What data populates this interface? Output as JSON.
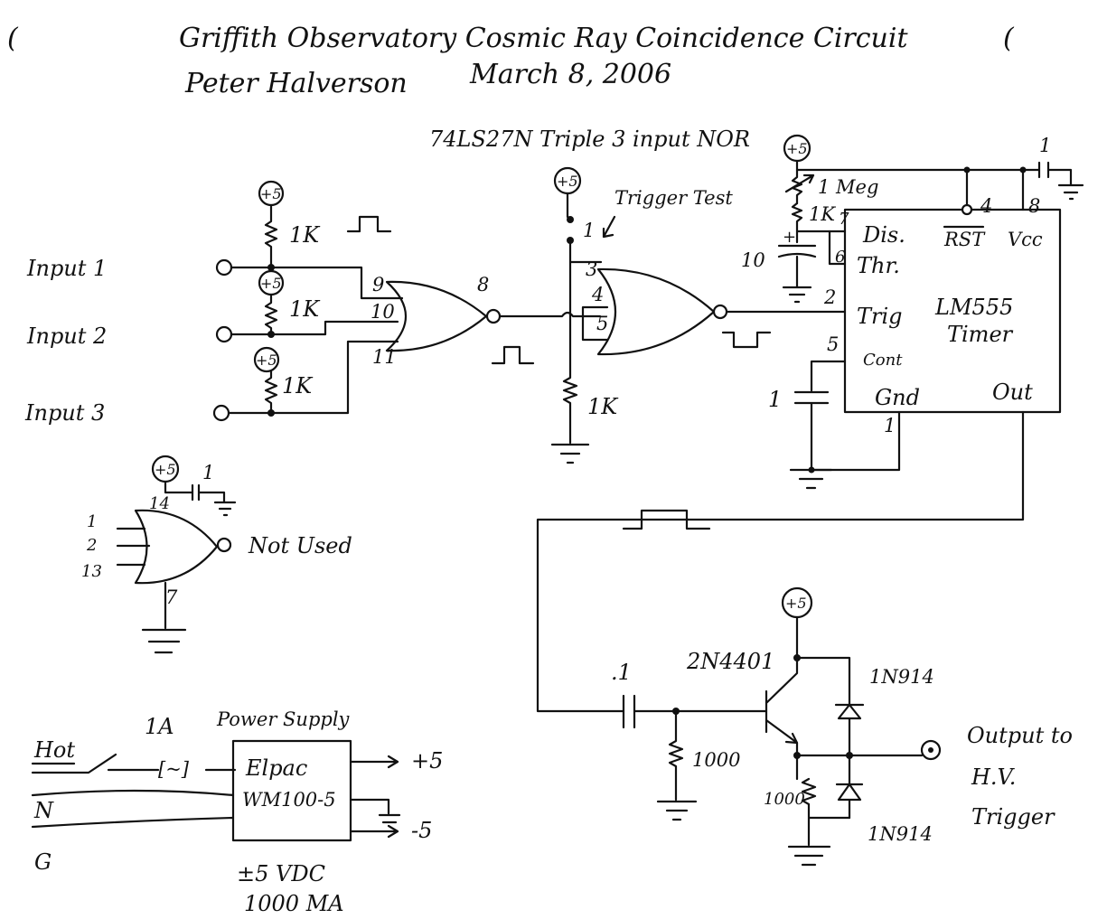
{
  "header": {
    "title": "Griffith Observatory Cosmic Ray Coincidence Circuit",
    "author": "Peter Halverson",
    "date": "March 8, 2006",
    "paren_left": "(",
    "paren_right": "("
  },
  "nor_chip": {
    "label": "74LS27N  Triple 3 input NOR"
  },
  "inputs": [
    {
      "label": "Input 1",
      "pin": "9",
      "pullup": "+5",
      "resistor": "1K"
    },
    {
      "label": "Input 2",
      "pin": "10",
      "pullup": "+5",
      "resistor": "1K"
    },
    {
      "label": "Input 3",
      "pin": "11",
      "pullup": "+5",
      "resistor": "1K"
    }
  ],
  "gate1": {
    "out_pin": "8"
  },
  "gate2": {
    "pins": [
      "3",
      "4",
      "5"
    ]
  },
  "trigger_test": {
    "label": "Trigger Test",
    "supply": "+5",
    "pin": "1",
    "resistor": "1K"
  },
  "timer": {
    "name": "LM555",
    "name2": "Timer",
    "supply": "+5",
    "pot": "1 Meg",
    "r1": "1K",
    "cap_thr": "10",
    "cap_vcc": "1",
    "cap_cont": "1",
    "pin_labels": {
      "dis": "Dis.",
      "thr": "Thr.",
      "trig": "Trig",
      "cont": "Cont",
      "gnd": "Gnd",
      "out": "Out",
      "rst": "RST",
      "vcc": "Vcc"
    },
    "pin_numbers": {
      "dis": "7",
      "thr": "6",
      "trig": "2",
      "cont": "5",
      "gnd": "1",
      "rst": "4",
      "vcc": "8"
    }
  },
  "unused_gate": {
    "label": "Not Used",
    "supply": "+5",
    "cap": "1",
    "vcc_pin": "14",
    "gnd_pin": "7",
    "input_pins": [
      "1",
      "2",
      "13"
    ]
  },
  "output_stage": {
    "supply": "+5",
    "cap": ".1",
    "transistor": "2N4401",
    "r_base": "1000",
    "r_emitter": "1000",
    "diode_top": "1N914",
    "diode_bottom": "1N914",
    "output_label": [
      "Output to",
      "H.V.",
      "Trigger"
    ]
  },
  "power": {
    "title": "Power Supply",
    "fuse": "1A",
    "fuse_symbol": "[~]",
    "lines": [
      "Hot",
      "N",
      "G"
    ],
    "model": [
      "Elpac",
      "WM100-5"
    ],
    "out_pos": "+5",
    "out_neg": "-5",
    "rating": [
      "±5 VDC",
      "1000 MA"
    ]
  }
}
